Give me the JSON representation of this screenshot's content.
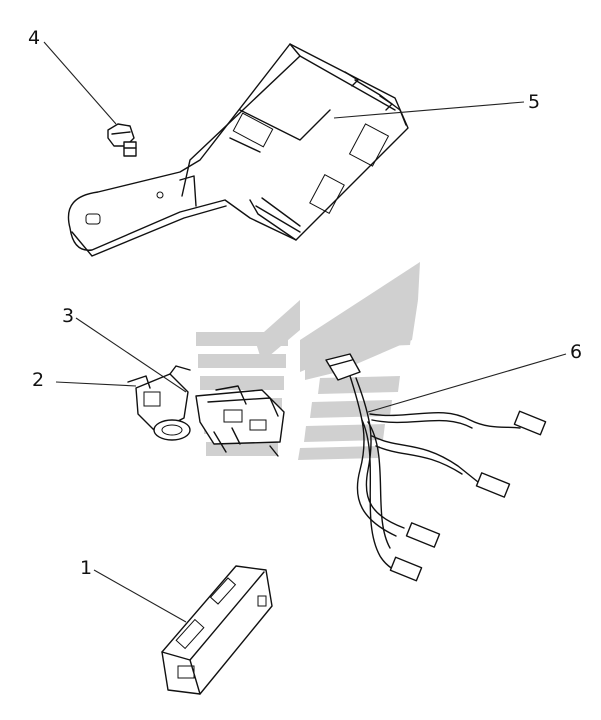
{
  "callouts": [
    {
      "id": "1",
      "label": "1"
    },
    {
      "id": "2",
      "label": "2"
    },
    {
      "id": "3",
      "label": "3"
    },
    {
      "id": "4",
      "label": "4"
    },
    {
      "id": "5",
      "label": "5"
    },
    {
      "id": "6",
      "label": "6"
    }
  ],
  "colors": {
    "line": "#111111",
    "watermark": "#d0d0d0",
    "background": "#ffffff"
  }
}
